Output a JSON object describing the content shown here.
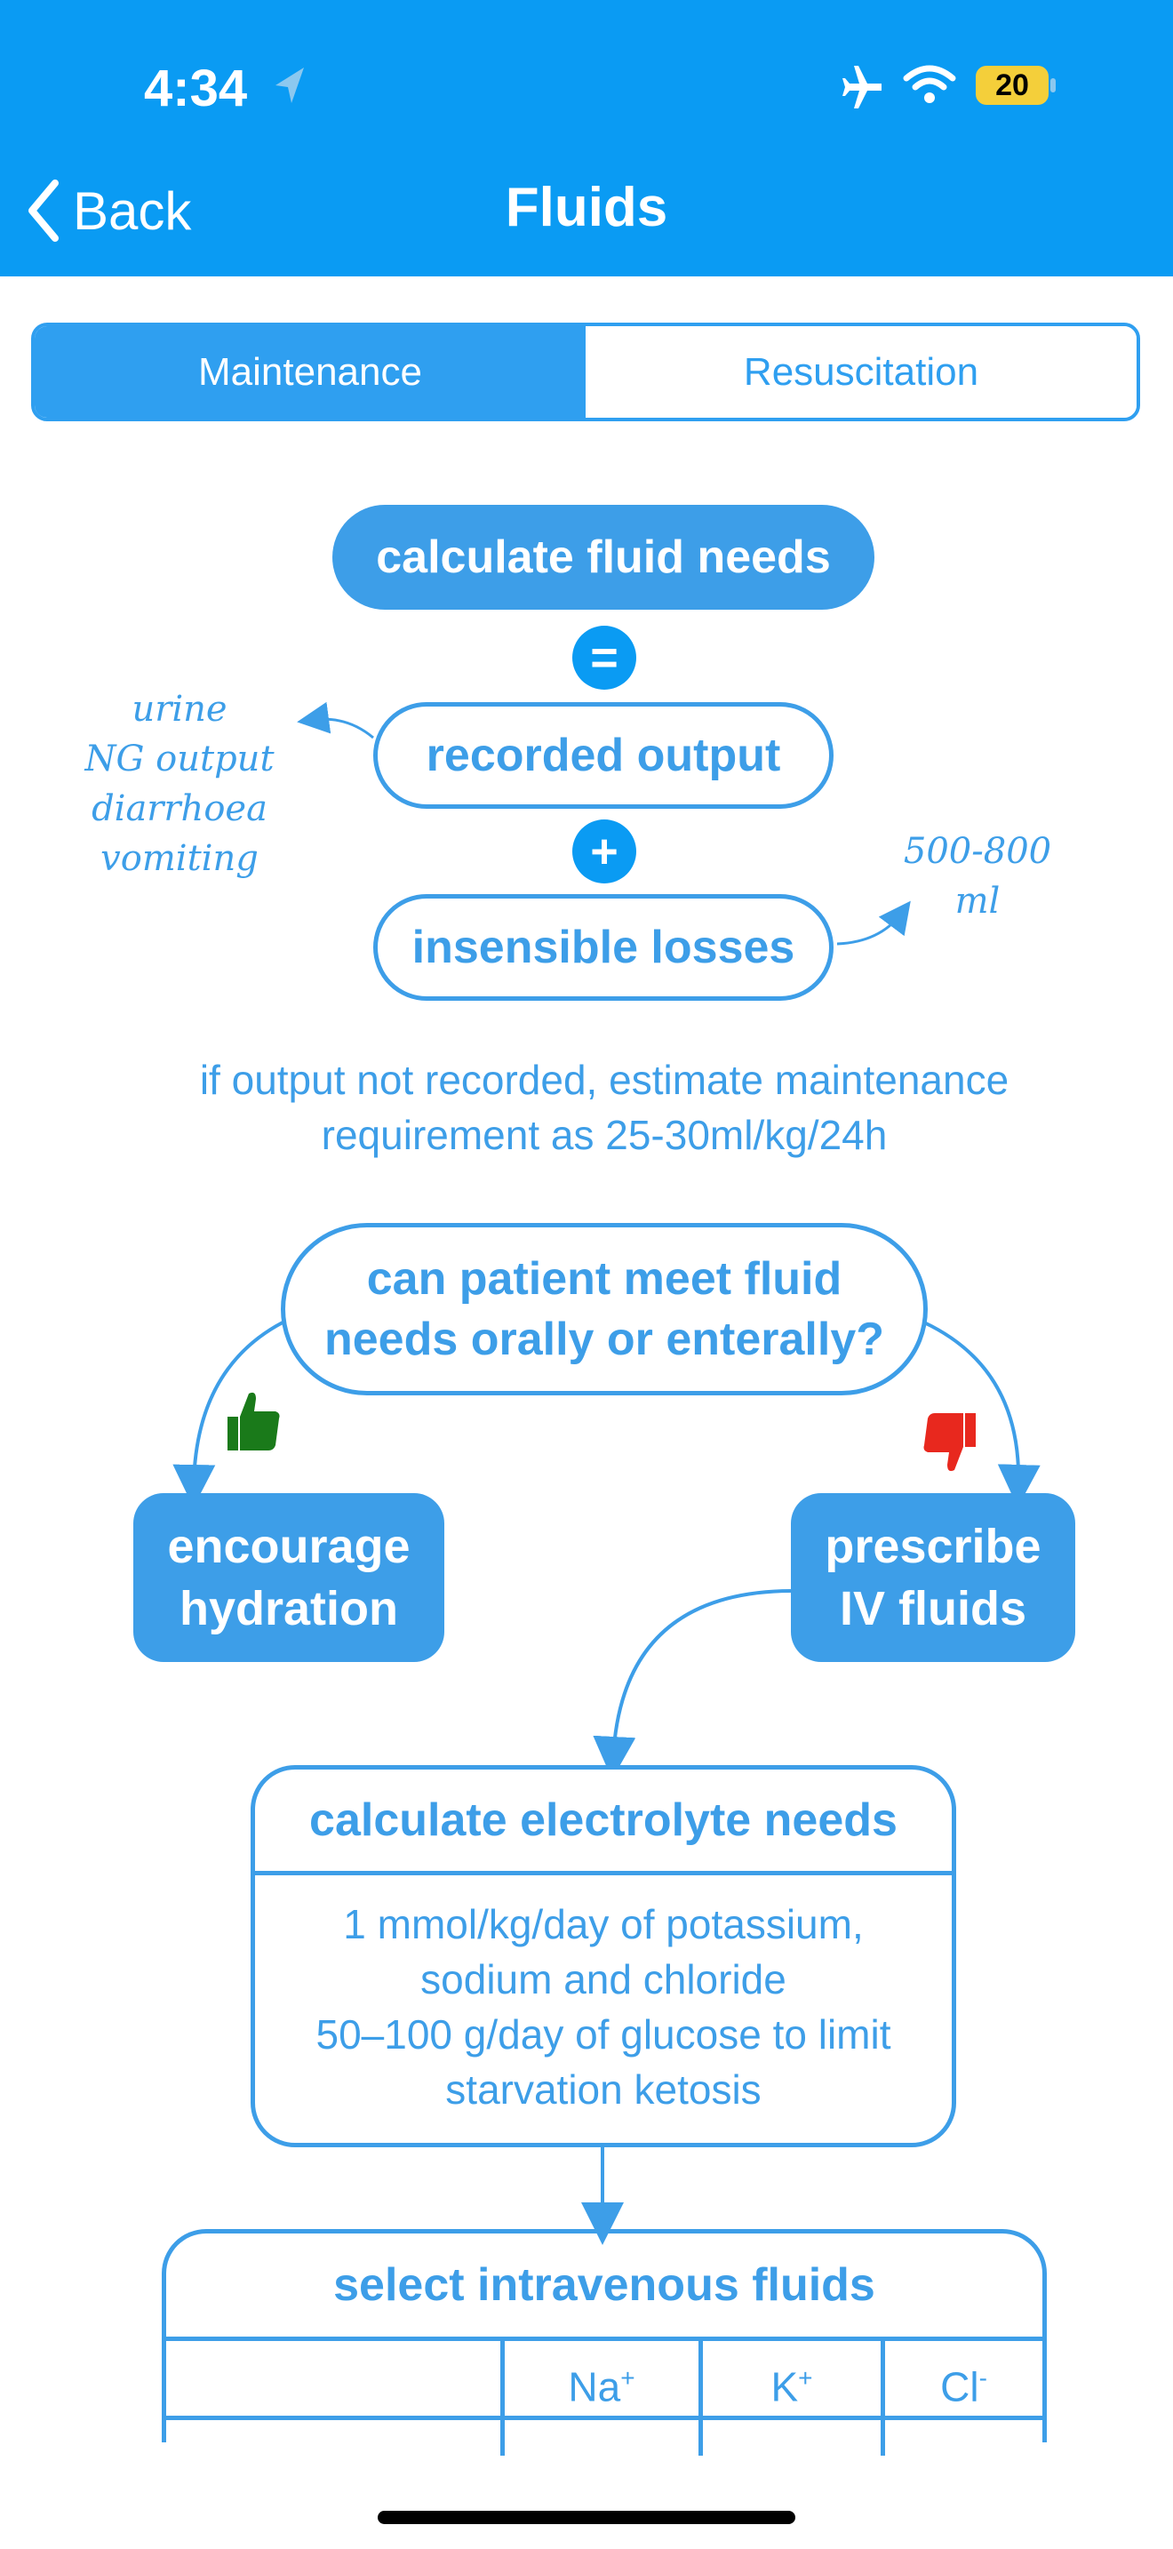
{
  "status": {
    "time": "4:34",
    "battery": "20"
  },
  "nav": {
    "back_label": "Back",
    "title": "Fluids"
  },
  "tabs": [
    {
      "label": "Maintenance",
      "active": true
    },
    {
      "label": "Resuscitation",
      "active": false
    }
  ],
  "flow": {
    "calc_needs": "calculate fluid needs",
    "equals": "=",
    "recorded_output": "recorded output",
    "plus": "+",
    "insensible_losses": "insensible losses",
    "output_notes": [
      "urine",
      "NG output",
      "diarrhoea",
      "vomiting"
    ],
    "losses_note": [
      "500-800",
      "ml"
    ],
    "estimate_note": [
      "if output not recorded, estimate maintenance",
      "requirement as 25-30ml/kg/24h"
    ],
    "question": [
      "can patient meet fluid",
      "needs orally or enterally?"
    ],
    "yes_box": [
      "encourage",
      "hydration"
    ],
    "no_box": [
      "prescribe",
      "IV fluids"
    ],
    "electrolyte_title": "calculate electrolyte needs",
    "electrolyte_body": [
      "1 mmol/kg/day of potassium,",
      "sodium and chloride",
      "50–100 g/day of glucose to limit",
      "starvation ketosis"
    ],
    "select_title": "select intravenous fluids",
    "table_headers": [
      "",
      "Na",
      "K",
      "Cl"
    ],
    "table_header_sup": [
      "",
      "+",
      "+",
      "-"
    ]
  },
  "colors": {
    "accent": "#0a9bf3",
    "line": "#3d9ee8",
    "thumb_up": "#1a7a1a",
    "thumb_down": "#e8281e"
  }
}
